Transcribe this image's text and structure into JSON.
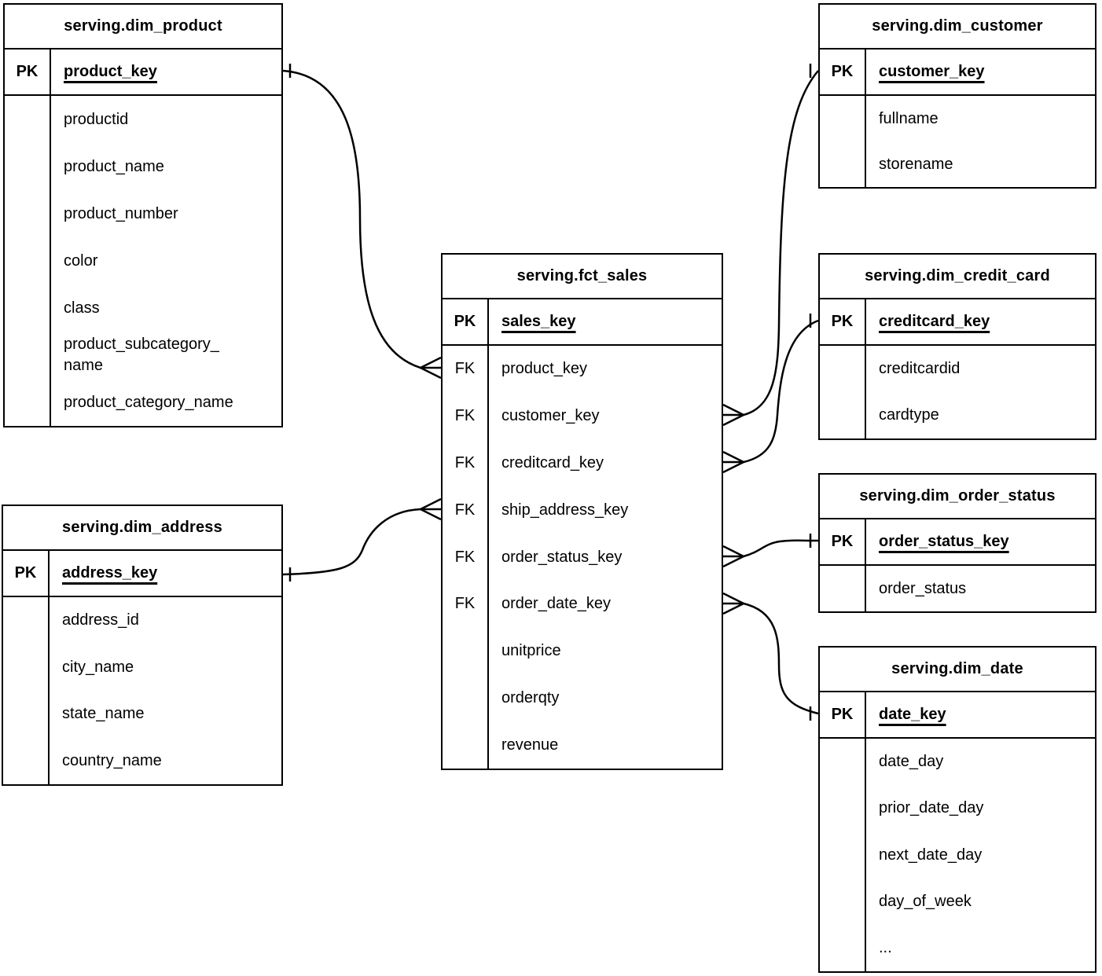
{
  "diagram": {
    "type": "entity-relationship",
    "notation": "crow-foot",
    "colors": {
      "line": "#000000",
      "text": "#000000",
      "background": "#ffffff"
    },
    "tables": [
      {
        "id": "dim_product",
        "title": "serving.dim_product",
        "pk": {
          "label": "PK",
          "name": "product_key"
        },
        "fields": [
          {
            "label": "",
            "name": "productid"
          },
          {
            "label": "",
            "name": "product_name"
          },
          {
            "label": "",
            "name": "product_number"
          },
          {
            "label": "",
            "name": "color"
          },
          {
            "label": "",
            "name": "class"
          },
          {
            "label": "",
            "name": "product_subcategory_\nname"
          },
          {
            "label": "",
            "name": "product_category_name"
          }
        ]
      },
      {
        "id": "dim_customer",
        "title": "serving.dim_customer",
        "pk": {
          "label": "PK",
          "name": "customer_key"
        },
        "fields": [
          {
            "label": "",
            "name": "fullname"
          },
          {
            "label": "",
            "name": "storename"
          }
        ]
      },
      {
        "id": "fct_sales",
        "title": "serving.fct_sales",
        "pk": {
          "label": "PK",
          "name": "sales_key"
        },
        "fields": [
          {
            "label": "FK",
            "name": "product_key"
          },
          {
            "label": "FK",
            "name": "customer_key"
          },
          {
            "label": "FK",
            "name": "creditcard_key"
          },
          {
            "label": "FK",
            "name": "ship_address_key"
          },
          {
            "label": "FK",
            "name": "order_status_key"
          },
          {
            "label": "FK",
            "name": "order_date_key"
          },
          {
            "label": "",
            "name": "unitprice"
          },
          {
            "label": "",
            "name": "orderqty"
          },
          {
            "label": "",
            "name": "revenue"
          }
        ]
      },
      {
        "id": "dim_credit_card",
        "title": "serving.dim_credit_card",
        "pk": {
          "label": "PK",
          "name": "creditcard_key"
        },
        "fields": [
          {
            "label": "",
            "name": "creditcardid"
          },
          {
            "label": "",
            "name": "cardtype"
          }
        ]
      },
      {
        "id": "dim_order_status",
        "title": "serving.dim_order_status",
        "pk": {
          "label": "PK",
          "name": "order_status_key"
        },
        "fields": [
          {
            "label": "",
            "name": "order_status"
          }
        ]
      },
      {
        "id": "dim_date",
        "title": "serving.dim_date",
        "pk": {
          "label": "PK",
          "name": "date_key"
        },
        "fields": [
          {
            "label": "",
            "name": "date_day"
          },
          {
            "label": "",
            "name": "prior_date_day"
          },
          {
            "label": "",
            "name": "next_date_day"
          },
          {
            "label": "",
            "name": "day_of_week"
          },
          {
            "label": "",
            "name": "..."
          }
        ]
      },
      {
        "id": "dim_address",
        "title": "serving.dim_address",
        "pk": {
          "label": "PK",
          "name": "address_key"
        },
        "fields": [
          {
            "label": "",
            "name": "address_id"
          },
          {
            "label": "",
            "name": "city_name"
          },
          {
            "label": "",
            "name": "state_name"
          },
          {
            "label": "",
            "name": "country_name"
          }
        ]
      }
    ],
    "relationships": [
      {
        "from_table": "serving.fct_sales",
        "from_field": "product_key",
        "from_cardinality": "many",
        "to_table": "serving.dim_product",
        "to_field": "product_key",
        "to_cardinality": "one"
      },
      {
        "from_table": "serving.fct_sales",
        "from_field": "customer_key",
        "from_cardinality": "many",
        "to_table": "serving.dim_customer",
        "to_field": "customer_key",
        "to_cardinality": "one"
      },
      {
        "from_table": "serving.fct_sales",
        "from_field": "creditcard_key",
        "from_cardinality": "many",
        "to_table": "serving.dim_credit_card",
        "to_field": "creditcard_key",
        "to_cardinality": "one"
      },
      {
        "from_table": "serving.fct_sales",
        "from_field": "ship_address_key",
        "from_cardinality": "many",
        "to_table": "serving.dim_address",
        "to_field": "address_key",
        "to_cardinality": "one"
      },
      {
        "from_table": "serving.fct_sales",
        "from_field": "order_status_key",
        "from_cardinality": "many",
        "to_table": "serving.dim_order_status",
        "to_field": "order_status_key",
        "to_cardinality": "one"
      },
      {
        "from_table": "serving.fct_sales",
        "from_field": "order_date_key",
        "from_cardinality": "many",
        "to_table": "serving.dim_date",
        "to_field": "date_key",
        "to_cardinality": "one"
      }
    ]
  }
}
